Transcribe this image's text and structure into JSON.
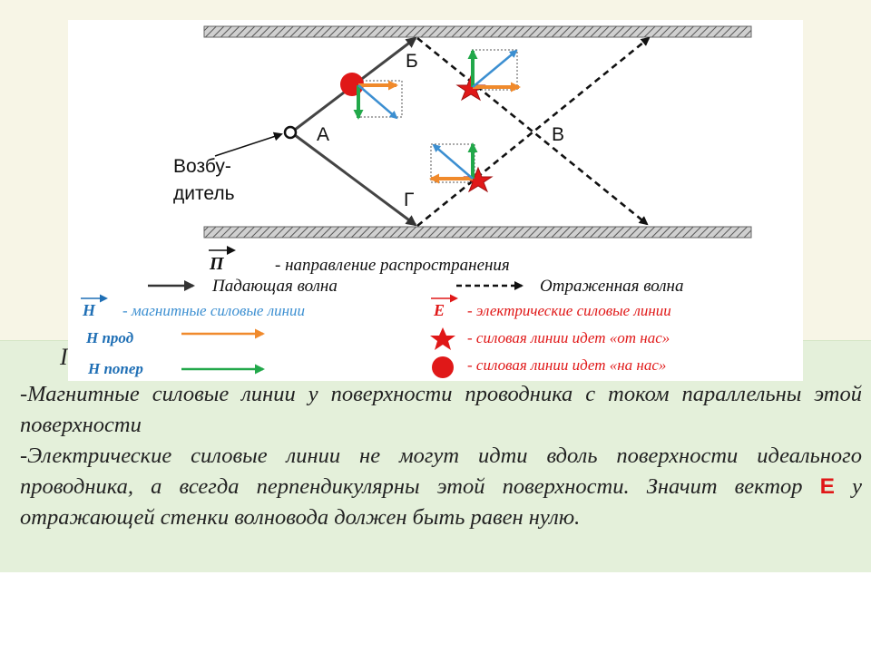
{
  "diagram": {
    "labels": {
      "a": "А",
      "b": "Б",
      "v": "В",
      "g": "Г",
      "exciter_line1": "Возбу-",
      "exciter_line2": "дитель"
    },
    "legend": {
      "pi_symbol": "П",
      "pi_text": "- направление распространения",
      "incident_text": "Падающая волна",
      "reflected_text": "Отраженная волна",
      "h_symbol": "H",
      "h_text": "- магнитные силовые линии",
      "e_symbol": "E",
      "e_text": "- электрические силовые линии",
      "h_prod": "H прод",
      "h_poper": "H попер",
      "star_text": "- силовая линии идет «от нас»",
      "dot_text": "- силовая линии идет «на нас»"
    }
  },
  "text": {
    "partial_letter": "I",
    "p1": "Магнитные силовые линии у поверхности проводника с током параллельны этой поверхности",
    "p2_before": "Электрические силовые линии не могут идти вдоль поверхности  идеального проводника, а всегда перпендикулярны этой поверхности. Значит вектор ",
    "p2_e": "E",
    "p2_after": " у отражающей стенки волновода должен быть равен нулю.",
    "dash": "-"
  },
  "colors": {
    "wall": "#8a8a8a",
    "blue": "#3c8fd1",
    "orange": "#f08a2c",
    "green": "#22a84a",
    "red": "#e01818",
    "dark_blue": "#1f6fb5"
  }
}
